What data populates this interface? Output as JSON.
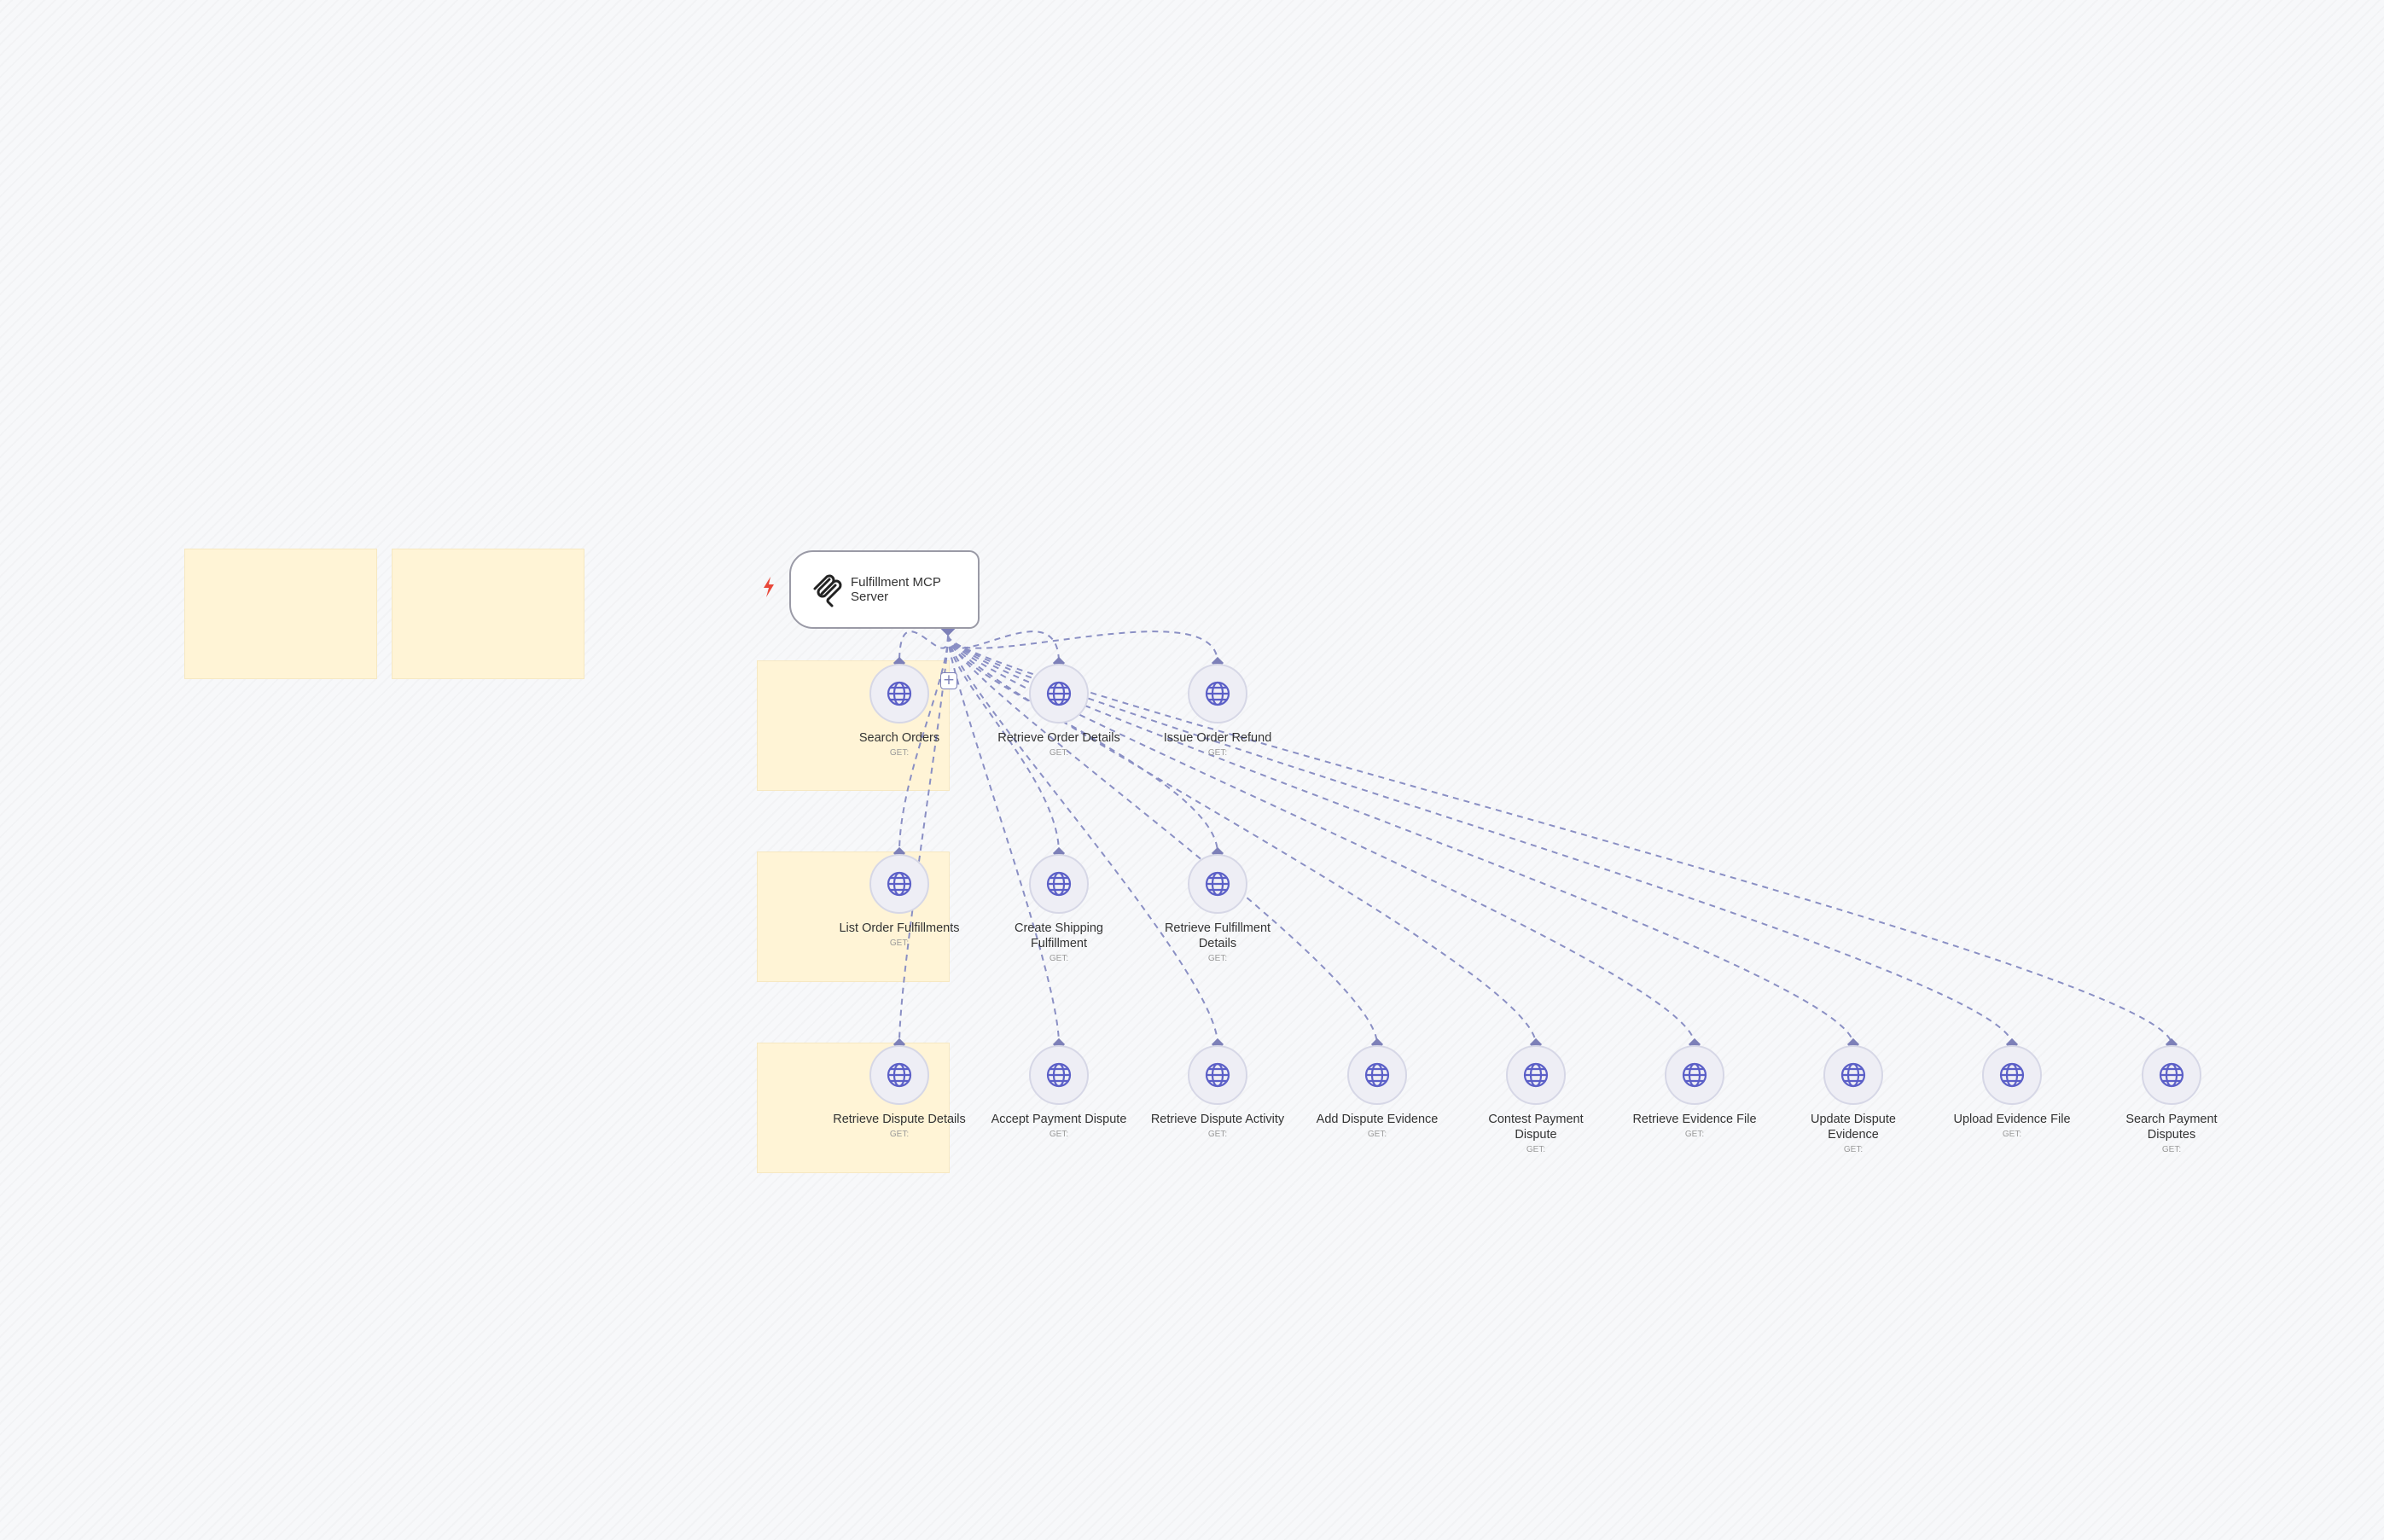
{
  "trigger": {
    "label": "Fulfillment MCP Server",
    "icon": "mcp-icon",
    "status_icon": "lightning-bolt-icon"
  },
  "add_button": {
    "label": "+"
  },
  "tools": [
    {
      "name": "Search Orders",
      "method": "GET:"
    },
    {
      "name": "Retrieve Order Details",
      "method": "GET:"
    },
    {
      "name": "Issue Order Refund",
      "method": "GET:"
    },
    {
      "name": "List Order Fulfillments",
      "method": "GET:"
    },
    {
      "name": "Create Shipping Fulfillment",
      "method": "GET:"
    },
    {
      "name": "Retrieve Fulfillment Details",
      "method": "GET:"
    },
    {
      "name": "Retrieve Dispute Details",
      "method": "GET:"
    },
    {
      "name": "Accept Payment Dispute",
      "method": "GET:"
    },
    {
      "name": "Retrieve Dispute Activity",
      "method": "GET:"
    },
    {
      "name": "Add Dispute Evidence",
      "method": "GET:"
    },
    {
      "name": "Contest Payment Dispute",
      "method": "GET:"
    },
    {
      "name": "Retrieve Evidence File",
      "method": "GET:"
    },
    {
      "name": "Update Dispute Evidence",
      "method": "GET:"
    },
    {
      "name": "Upload Evidence File",
      "method": "GET:"
    },
    {
      "name": "Search Payment Disputes",
      "method": "GET:"
    }
  ],
  "colors": {
    "edge": "#8a8fc4",
    "globe": "#5b5fc7",
    "sticky": "#fff4d6",
    "bolt": "#e8483a"
  }
}
